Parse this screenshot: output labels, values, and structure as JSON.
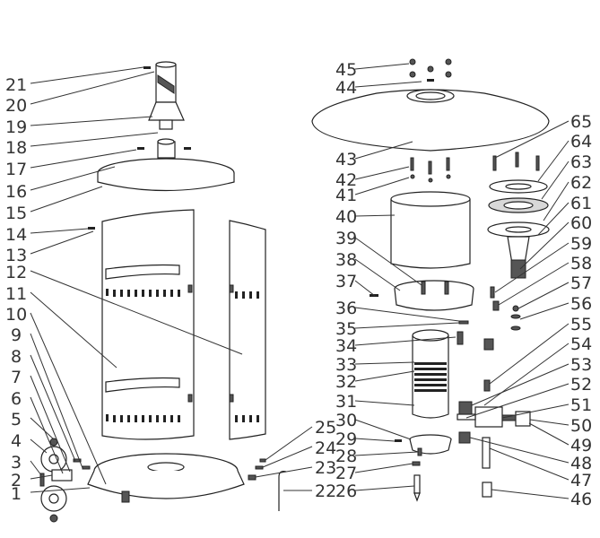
{
  "left_labels": [
    "21",
    "20",
    "19",
    "18",
    "17",
    "16",
    "15",
    "14",
    "13",
    "12",
    "11",
    "10",
    "9",
    "8",
    "7",
    "6",
    "5",
    "4",
    "3",
    "2",
    "1"
  ],
  "right_labels": [
    "25",
    "24",
    "23",
    "22"
  ],
  "center_labels": [
    "45",
    "44",
    "43",
    "42",
    "41",
    "40",
    "39",
    "38",
    "37",
    "36",
    "35",
    "34",
    "33",
    "32",
    "31",
    "30",
    "29",
    "28",
    "27",
    "26"
  ],
  "far_right_labels": [
    "65",
    "64",
    "63",
    "62",
    "61",
    "60",
    "59",
    "58",
    "57",
    "56",
    "55",
    "54",
    "53",
    "52",
    "51",
    "50",
    "49",
    "48",
    "47",
    "46"
  ]
}
